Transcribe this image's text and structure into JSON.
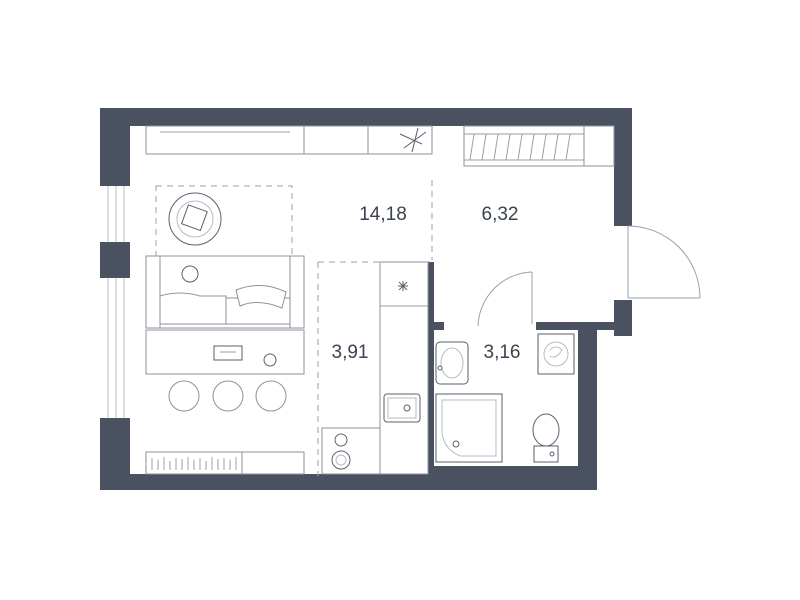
{
  "rooms": [
    {
      "id": "living",
      "area": "14,18"
    },
    {
      "id": "hall",
      "area": "6,32"
    },
    {
      "id": "kitchen",
      "area": "3,91"
    },
    {
      "id": "bathroom",
      "area": "3,16"
    }
  ],
  "colors": {
    "wall": "#4a5160",
    "line": "#9aa0aa",
    "text": "#3b4250"
  }
}
